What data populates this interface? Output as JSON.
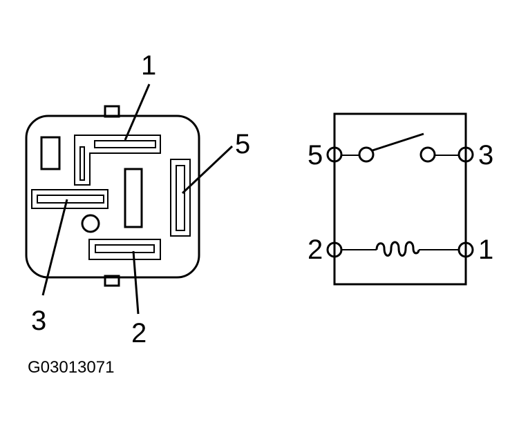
{
  "relay_top_view": {
    "pin_labels": [
      "1",
      "5",
      "3",
      "2"
    ]
  },
  "relay_schematic": {
    "terminal_labels": {
      "top_left": "5",
      "top_right": "3",
      "bottom_left": "2",
      "bottom_right": "1"
    }
  },
  "figure_code": "G03013071",
  "colors": {
    "line": "#000000",
    "fill": "#ffffff",
    "pin_shade": "#e6e6e6"
  }
}
